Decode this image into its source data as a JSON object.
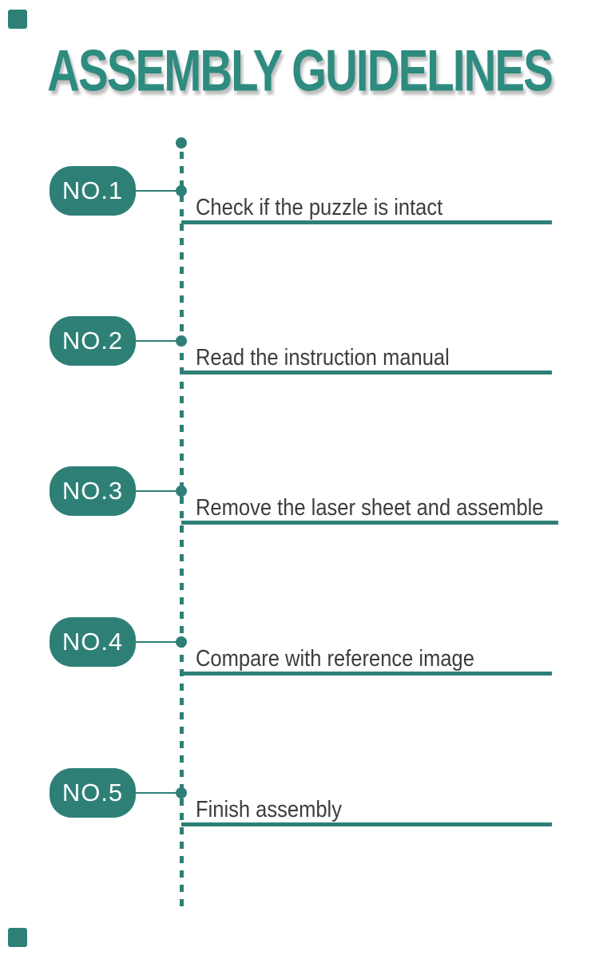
{
  "title": {
    "text": "ASSEMBLY GUIDELINES"
  },
  "colors": {
    "accent": "#2e8077",
    "title_color": "#2e8b7f",
    "label_color": "#3d3d3d",
    "badge_text_color": "#ffffff",
    "background": "#ffffff"
  },
  "timeline": {
    "steps": [
      {
        "number": "NO.1",
        "label": "Check if the puzzle is intact"
      },
      {
        "number": "NO.2",
        "label": "Read the instruction manual"
      },
      {
        "number": "NO.3",
        "label": "Remove the laser sheet and assemble"
      },
      {
        "number": "NO.4",
        "label": "Compare with reference image"
      },
      {
        "number": "NO.5",
        "label": "Finish assembly"
      }
    ]
  }
}
